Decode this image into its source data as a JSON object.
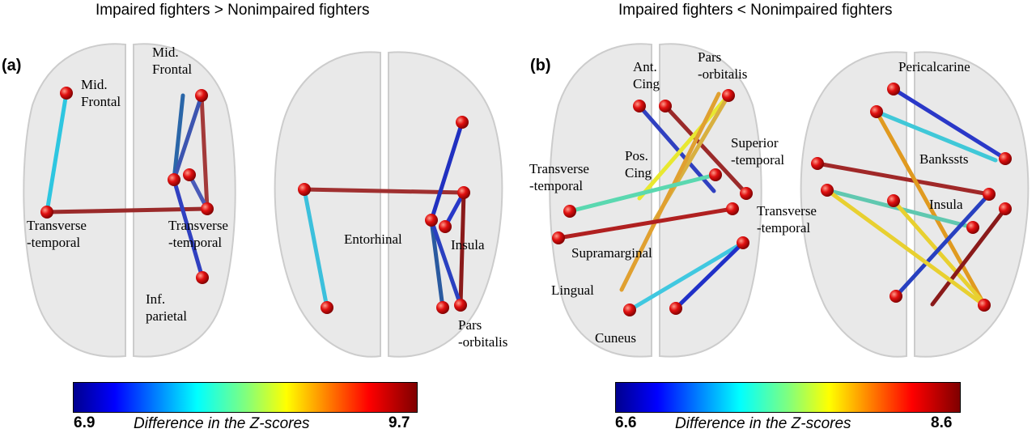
{
  "panels": [
    {
      "id": "a",
      "label": "(a)",
      "title": "Impaired fighters > Nonimpaired fighters",
      "regions": [
        "Mid.\nFrontal",
        "Mid.\nFrontal",
        "Transverse\n-temporal",
        "Transverse\n-temporal",
        "Inf.\nparietal",
        "Entorhinal",
        "Insula",
        "Pars\n-orbitalis"
      ],
      "colorbar": {
        "min": "6.9",
        "max": "9.7",
        "caption": "Difference in the Z-scores"
      }
    },
    {
      "id": "b",
      "label": "(b)",
      "title": "Impaired fighters < Nonimpaired fighters",
      "regions": [
        "Ant.\nCing",
        "Pars\n-orbitalis",
        "Superior\n-temporal",
        "Pos.\nCing",
        "Transverse\n-temporal",
        "Transverse\n-temporal",
        "Supramarginal",
        "Lingual",
        "Cuneus",
        "Pericalcarine",
        "Bankssts",
        "Insula"
      ],
      "colorbar": {
        "min": "6.6",
        "max": "8.6",
        "caption": "Difference in the Z-scores"
      }
    }
  ],
  "colors": {
    "node": "#e01010",
    "low": "#1020c0",
    "high": "#8b0000"
  }
}
